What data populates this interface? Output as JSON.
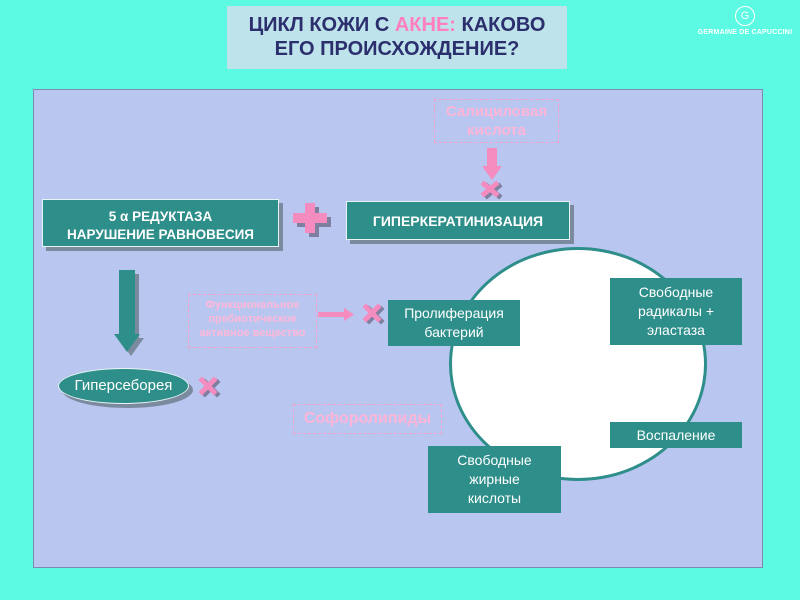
{
  "title": {
    "line1_part1": "ЦИКЛ КОЖИ С ",
    "line1_accent": "АКНЕ:",
    "line1_part2": " КАКОВО",
    "line2": "ЕГО ПРОИСХОЖДЕНИЕ?"
  },
  "logo": {
    "mark": "G",
    "text": "GERMAINE DE CAPUCCINI"
  },
  "diagram": {
    "reductase_line1": "5 α РЕДУКТАЗА",
    "reductase_line2": "НАРУШЕНИЕ РАВНОВЕСИЯ",
    "hyperkeratinization": "ГИПЕРКЕРАТИНИЗАЦИЯ",
    "hyperseborrhea": "Гиперсеборея",
    "proliferation_line1": "Пролиферация",
    "proliferation_line2": "бактерий",
    "radicals_line1": "Свободные",
    "radicals_line2": "радикалы +",
    "radicals_line3": "эластаза",
    "inflammation": "Воспаление",
    "fatty_line1": "Свободные",
    "fatty_line2": "жирные",
    "fatty_line3": "кислоты",
    "salicylic_line1": "Салициловая",
    "salicylic_line2": "кислота",
    "functional_line1": "Функциональное",
    "functional_line2": "пребиотическое",
    "functional_line3": "активное вещество",
    "sophorolipids": "Софоролипиды"
  },
  "colors": {
    "background": "#5CFAE3",
    "panel": "#B8C6F0",
    "teal": "#2E8E8A",
    "pink_accent": "#FF7FBF",
    "title_text": "#2C2F6E"
  },
  "icons": {
    "plus": "plus-icon",
    "blocker": "x-icon",
    "arrow_down": "arrow-down-icon",
    "arrow_right": "arrow-right-icon"
  }
}
